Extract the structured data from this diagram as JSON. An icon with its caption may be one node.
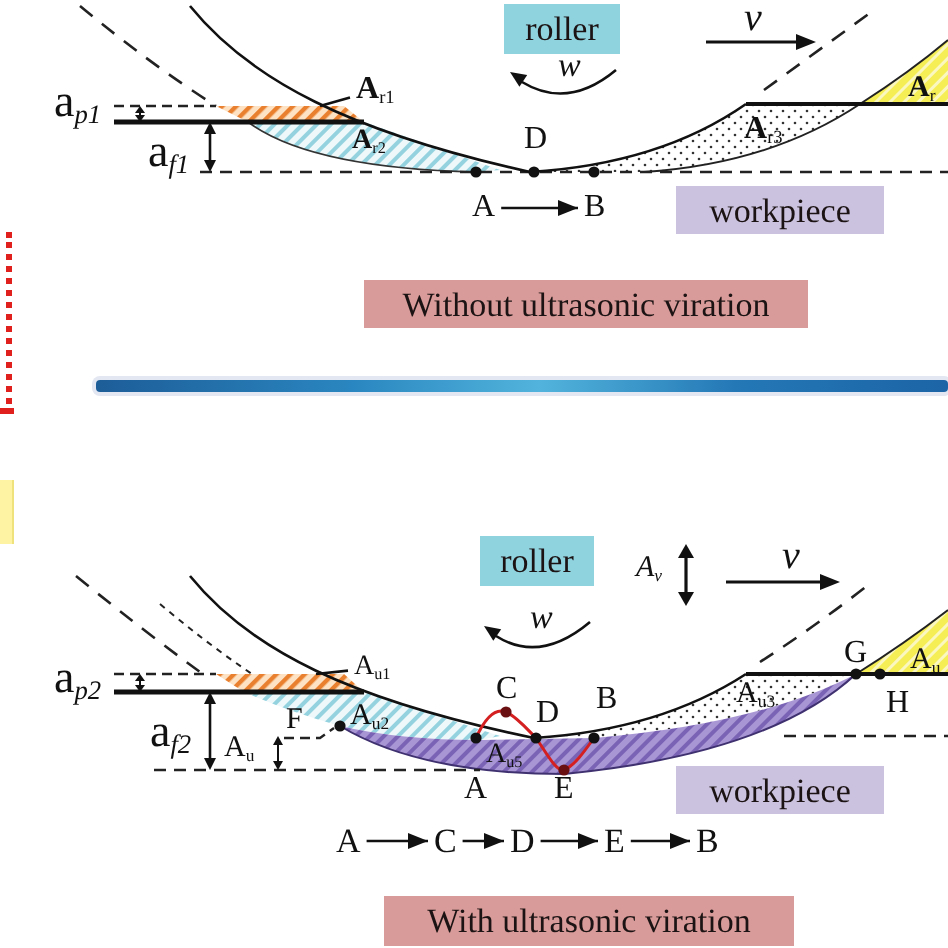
{
  "diagram": {
    "nodes": [
      {
        "text": [
          "roller"
        ]
      },
      {
        "text": [
          "**A**$_{r1}$"
        ]
      },
      {
        "text": [],
        "shape": "band"
      },
      {
        "text": [
          "A"
        ]
      },
      {
        "text": [
          "B"
        ]
      },
      {
        "text": [
          "workpiece"
        ]
      },
      {
        "text": [
          "Without ultrasonic viration"
        ]
      },
      {
        "text": [
          "roller"
        ]
      },
      {
        "text": [
          "A$_{u1}$"
        ]
      },
      {
        "text": [],
        "shape": "band"
      },
      {
        "text": [
          "workpiece"
        ]
      },
      {
        "text": [
          "A"
        ]
      },
      {
        "text": [
          "C"
        ]
      },
      {
        "text": [
          "D"
        ]
      },
      {
        "text": [
          "E"
        ]
      },
      {
        "text": [
          "B"
        ]
      },
      {
        "text": [
          "With ultrasonic viration"
        ]
      }
    ],
    "edges": [
      {
        "from": 1,
        "to": 2,
        "arrow": "none"
      },
      {
        "from": 3,
        "to": 4,
        "arrow": "to"
      },
      {
        "from": 8,
        "to": 9,
        "arrow": "none"
      },
      {
        "from": 11,
        "to": 12,
        "arrow": "to"
      },
      {
        "from": 12,
        "to": 13,
        "arrow": "to"
      },
      {
        "from": 13,
        "to": 14,
        "arrow": "to"
      },
      {
        "from": 14,
        "to": 15,
        "arrow": "to"
      }
    ],
    "labels": [
      "v",
      "w",
      "**A**$_{r}$",
      "a$_{p1}$",
      "**A**$_{r2}$",
      "**A**$_{r3}$",
      "D",
      "a$_{f1}$",
      "A$_{v}$",
      "v",
      "w",
      "G",
      "A$_{u}$",
      "a$_{p2}$",
      "C",
      "A$_{u3}$",
      "B",
      "D",
      "H",
      "A$_{u2}$",
      "F",
      "a$_{f2}$",
      "A$_{u}$",
      "A$_{u5}$",
      "A",
      "E"
    ]
  }
}
